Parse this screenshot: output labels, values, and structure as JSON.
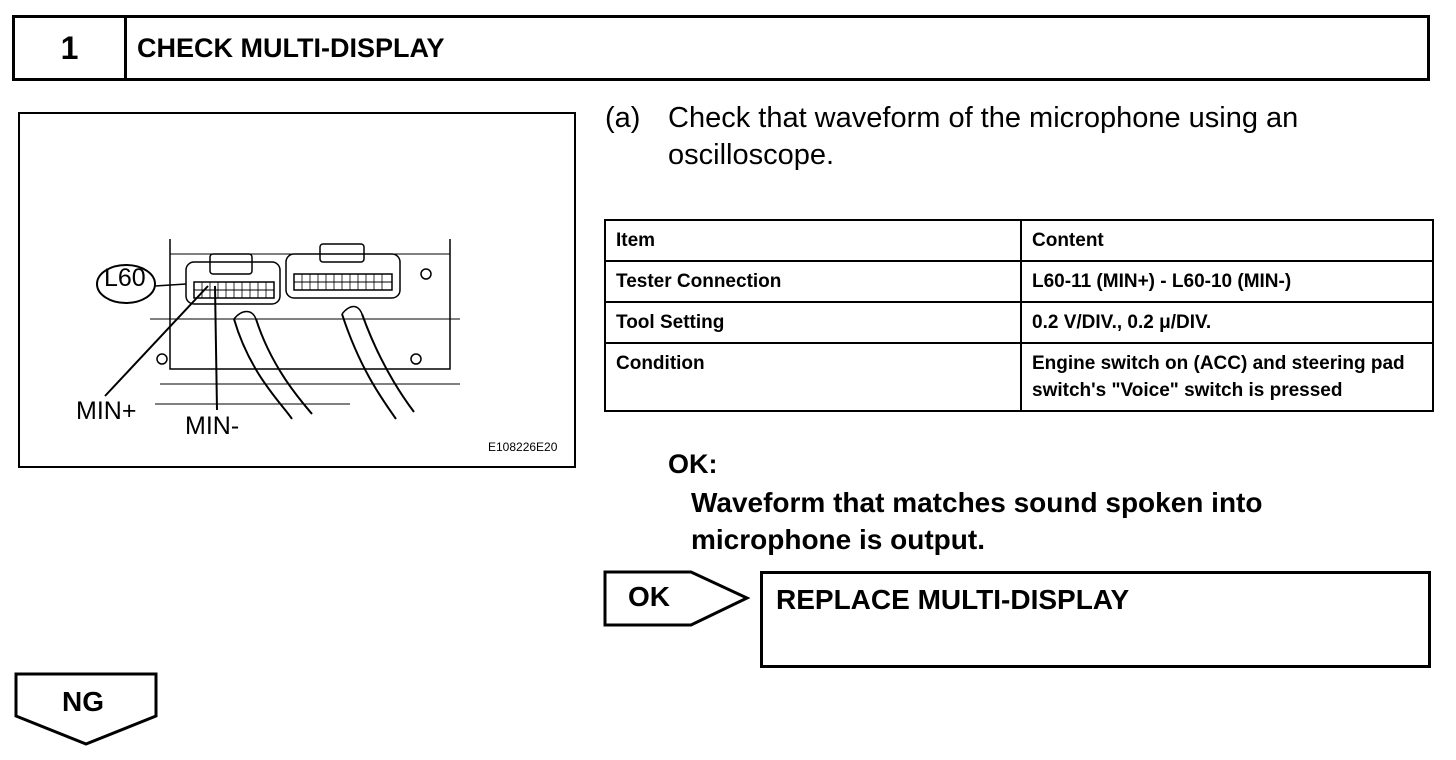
{
  "step": {
    "number": "1",
    "title": "CHECK MULTI-DISPLAY"
  },
  "figure": {
    "connector_label": "L60",
    "pin_plus_label": "MIN+",
    "pin_minus_label": "MIN-",
    "figure_id": "E108226E20"
  },
  "instruction": {
    "letter": "(a)",
    "text": "Check that waveform of the microphone using an oscilloscope."
  },
  "table": {
    "headers": [
      "Item",
      "Content"
    ],
    "rows": [
      [
        "Tester Connection",
        "L60-11 (MIN+) - L60-10 (MIN-)"
      ],
      [
        "Tool Setting",
        "0.2 V/DIV., 0.2 μ/DIV."
      ],
      [
        "Condition",
        "Engine switch on (ACC) and steering pad switch's \"Voice\" switch is pressed"
      ]
    ]
  },
  "ok": {
    "heading": "OK:",
    "text": "Waveform that matches sound spoken into microphone is output."
  },
  "ok_branch": {
    "tag": "OK",
    "action": "REPLACE MULTI-DISPLAY"
  },
  "ng_branch": {
    "tag": "NG"
  }
}
